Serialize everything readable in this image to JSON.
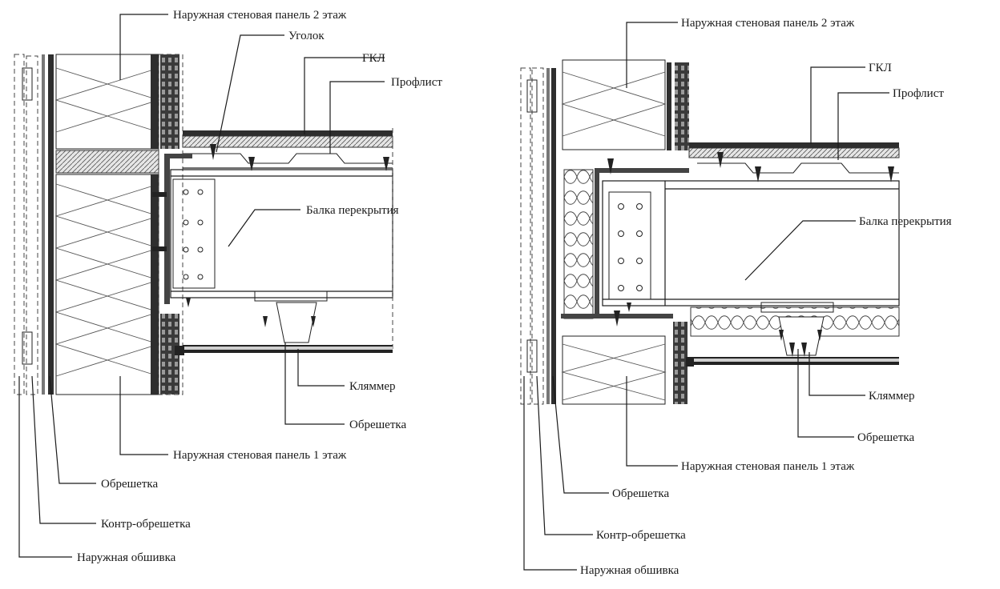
{
  "details": [
    {
      "id": "left",
      "labels": {
        "wall_panel_upper": "Наружная стеновая панель 2 этаж",
        "angle": "Уголок",
        "gkl": "ГКЛ",
        "profiled_sheet": "Профлист",
        "floor_beam": "Балка перекрытия",
        "klimmer": "Кляммер",
        "batten_inner": "Обрешетка",
        "wall_panel_lower": "Наружная стеновая панель 1 этаж",
        "batten_outer": "Обрешетка",
        "counter_batten": "Контр-обрешетка",
        "cladding": "Наружная обшивка"
      }
    },
    {
      "id": "right",
      "labels": {
        "wall_panel_upper": "Наружная стеновая панель 2 этаж",
        "gkl": "ГКЛ",
        "profiled_sheet": "Профлист",
        "floor_beam": "Балка перекрытия",
        "klimmer": "Кляммер",
        "batten_inner": "Обрешетка",
        "wall_panel_lower": "Наружная стеновая панель 1 этаж",
        "batten_outer": "Обрешетка",
        "counter_batten": "Контр-обрешетка",
        "cladding": "Наружная обшивка"
      }
    }
  ]
}
